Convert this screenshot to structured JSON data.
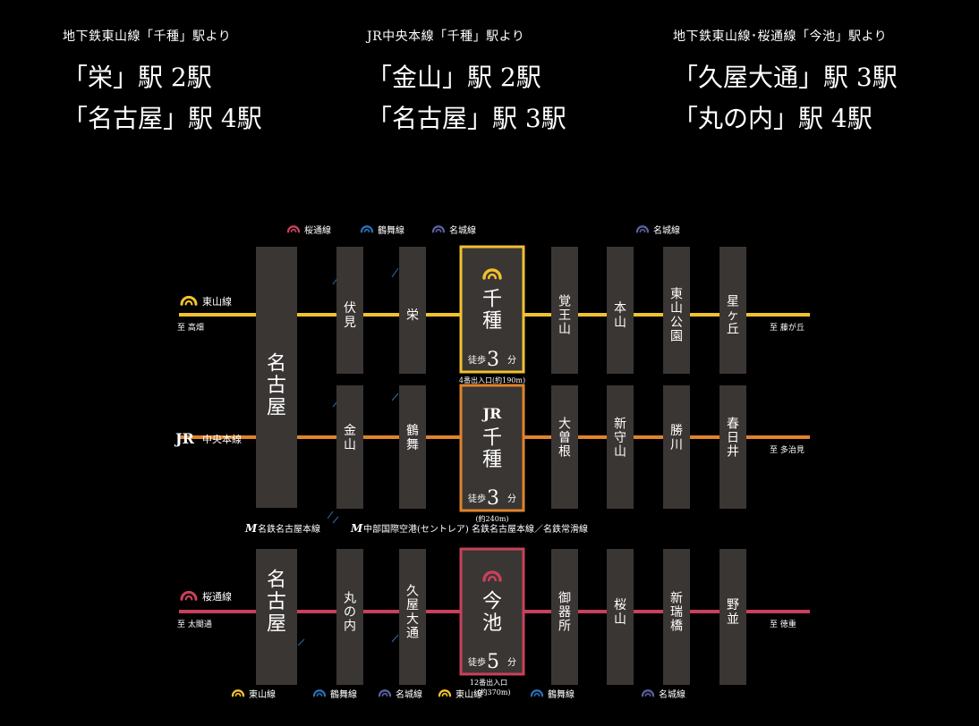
{
  "header": [
    {
      "sub": "地下鉄東山線「千種」駅より",
      "lines": [
        "「栄」駅 2駅",
        "「名古屋」駅 4駅"
      ]
    },
    {
      "sub": "JR中央本線「千種」駅より",
      "lines": [
        "「金山」駅 2駅",
        "「名古屋」駅 3駅"
      ]
    },
    {
      "sub": "地下鉄東山線･桜通線「今池」駅より",
      "lines": [
        "「久屋大通」駅 3駅",
        "「丸の内」駅 4駅"
      ]
    }
  ],
  "colors": {
    "higashiyama": "#f2c12e",
    "chuo": "#e0832a",
    "sakuradori": "#c8415a",
    "meijo": "#5a5f9e",
    "tsurumai": "#2a6fb5",
    "meitetsu": "#c0392b",
    "station": "#3a3634"
  },
  "top_markers": [
    {
      "line": "sakuradori",
      "label": "桜通線"
    },
    {
      "line": "tsurumai",
      "label": "鶴舞線"
    },
    {
      "line": "meijo",
      "label": "名城線"
    },
    {
      "line": "meijo",
      "label": "名城線"
    }
  ],
  "rows": [
    {
      "line_key": "higashiyama",
      "line_label": "東山線",
      "icon": "subway-icon",
      "left_to": "至 高畑",
      "right_to": "至 藤が丘",
      "stations": [
        "伏見",
        "栄",
        "覚王山",
        "本山",
        "東山公園",
        "星ヶ丘"
      ],
      "shared": "名古屋",
      "main": {
        "name": "千種",
        "walk_label": "徒歩",
        "walk_num": "3",
        "walk_unit": "分",
        "note": "4番出入口(約190m)",
        "badge": "subway-icon"
      }
    },
    {
      "line_key": "chuo",
      "line_label": "中央本線",
      "icon": "jr-logo",
      "left_to": "",
      "right_to": "至 多治見",
      "stations": [
        "金山",
        "鶴舞",
        "大曽根",
        "新守山",
        "勝川",
        "春日井"
      ],
      "main": {
        "name": "千種",
        "badge_text": "JR",
        "walk_label": "徒歩",
        "walk_num": "3",
        "walk_unit": "分",
        "note": "(約240m)"
      }
    },
    {
      "line_key": "sakuradori",
      "line_label": "桜通線",
      "icon": "subway-icon",
      "left_to": "至 太閤通",
      "right_to": "至 徳重",
      "stations": [
        "丸の内",
        "久屋大通",
        "御器所",
        "桜山",
        "新瑞橋",
        "野並"
      ],
      "shared": "名古屋",
      "main": {
        "name": "今池",
        "walk_label": "徒歩",
        "walk_num": "5",
        "walk_unit": "分",
        "note1": "12番出入口",
        "note2": "(約370m)",
        "badge": "subway-icon"
      }
    }
  ],
  "middle_notes": [
    {
      "logo": "M",
      "label": "名鉄名古屋本線"
    },
    {
      "logo": "M",
      "label": "中部国際空港(セントレア) 名鉄名古屋本線／名鉄常滑線"
    }
  ],
  "bottom_markers": [
    {
      "line": "higashiyama",
      "label": "東山線"
    },
    {
      "line": "tsurumai",
      "label": "鶴舞線"
    },
    {
      "line": "meijo",
      "label": "名城線"
    },
    {
      "line": "higashiyama",
      "label": "東山線"
    },
    {
      "line": "tsurumai",
      "label": "鶴舞線"
    },
    {
      "line": "meijo",
      "label": "名城線"
    }
  ]
}
